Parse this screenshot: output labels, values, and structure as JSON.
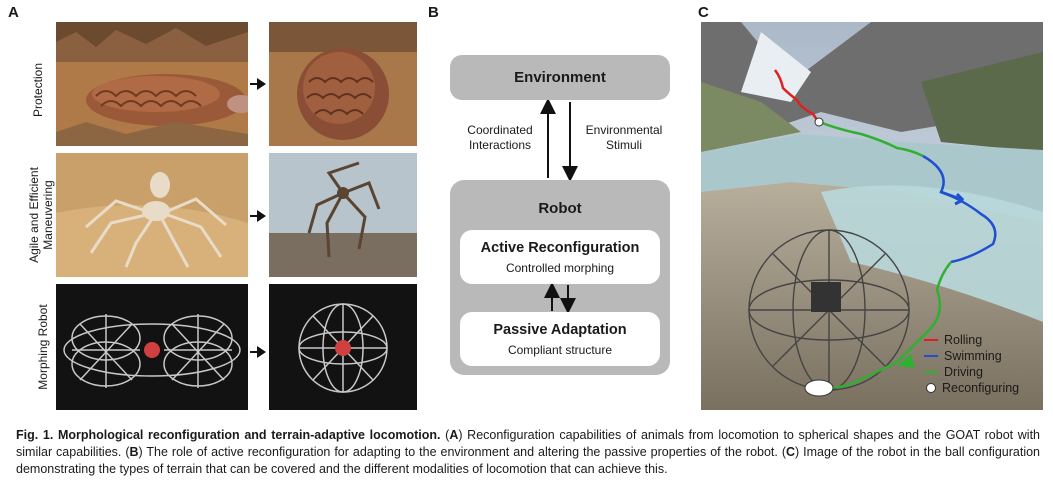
{
  "panels": {
    "a": {
      "letter": "A",
      "rows": [
        {
          "label": "Protection"
        },
        {
          "label_lines": [
            "Agile and Efficient",
            "Maneuvering"
          ]
        },
        {
          "label": "Morphing Robot"
        }
      ]
    },
    "b": {
      "letter": "B",
      "environment": "Environment",
      "robot": "Robot",
      "left_text": [
        "Coordinated",
        "Interactions"
      ],
      "right_text": [
        "Environmental",
        "Stimuli"
      ],
      "active_title": "Active Reconfiguration",
      "active_sub": "Controlled morphing",
      "passive_title": "Passive Adaptation",
      "passive_sub": "Compliant structure"
    },
    "c": {
      "letter": "C",
      "legend": [
        {
          "label": "Rolling",
          "color": "#e02020"
        },
        {
          "label": "Swimming",
          "color": "#2050d0"
        },
        {
          "label": "Driving",
          "color": "#30b030"
        },
        {
          "label": "Reconfiguring",
          "color": "#ffffff"
        }
      ]
    }
  },
  "caption": {
    "title": "Fig. 1. Morphological reconfiguration and terrain-adaptive locomotion.",
    "part_a_letter": "A",
    "part_a": "Reconfiguration capabilities of animals from locomotion to spherical shapes and the GOAT robot with similar capabilities.",
    "part_b_letter": "B",
    "part_b": "The role of active reconfiguration for adapting to the environment and altering the passive properties of the robot.",
    "part_c_letter": "C",
    "part_c": "Image of the robot in the ball configuration demonstrating the types of terrain that can be covered and the different modalities of locomotion that can achieve this."
  }
}
